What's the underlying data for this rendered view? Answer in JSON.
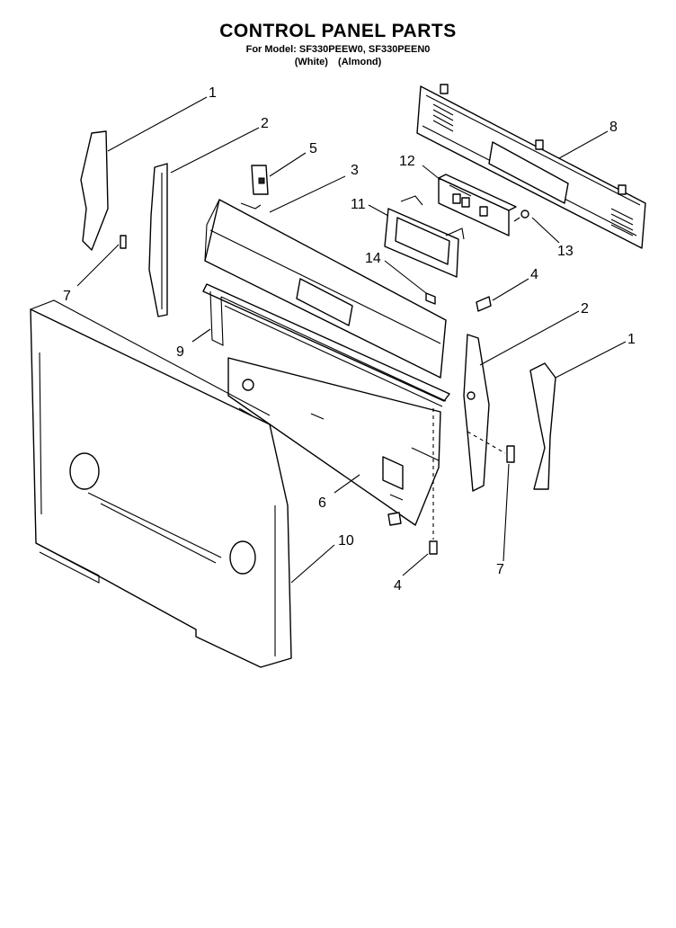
{
  "header": {
    "title": "CONTROL PANEL PARTS",
    "subtitle": "For Model: SF330PEEW0, SF330PEEN0",
    "variant_white": "(White)",
    "variant_almond": "(Almond)"
  },
  "callouts": {
    "c1_left": "1",
    "c2_left": "2",
    "c5": "5",
    "c3": "3",
    "c12": "12",
    "c8": "8",
    "c11": "11",
    "c13": "13",
    "c7_left": "7",
    "c14": "14",
    "c4_upper": "4",
    "c2_right": "2",
    "c1_right": "1",
    "c9": "9",
    "c6": "6",
    "c10": "10",
    "c4_lower": "4",
    "c7_right": "7"
  }
}
